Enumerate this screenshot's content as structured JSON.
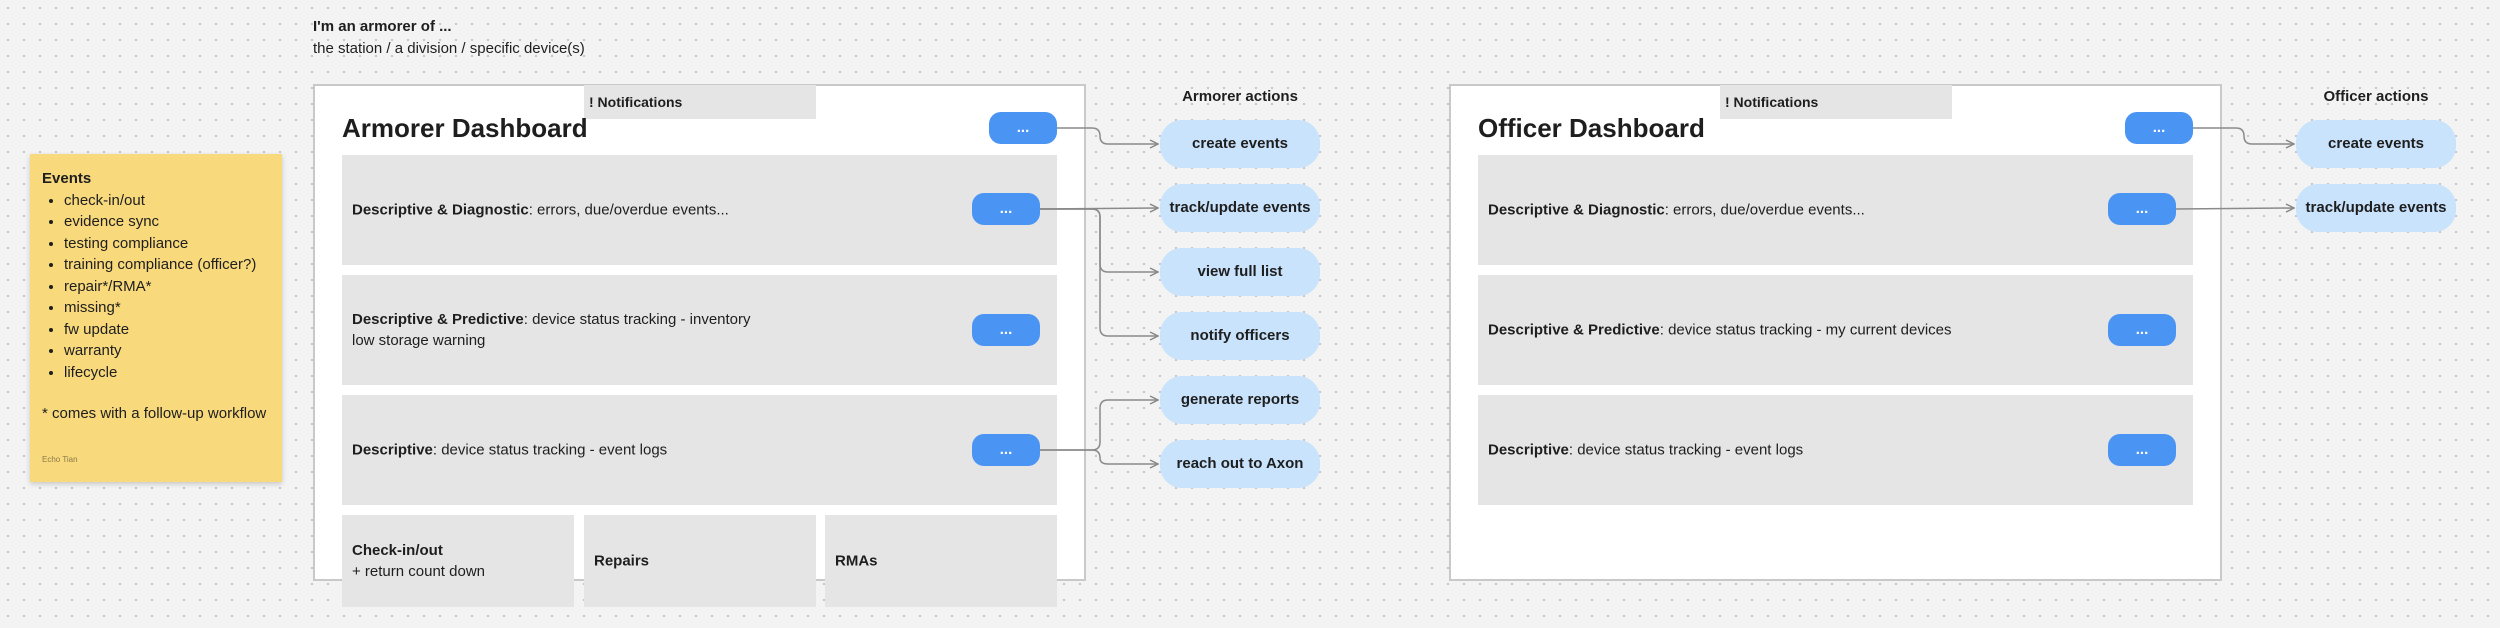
{
  "header": {
    "title": "I'm an armorer of ...",
    "subtitle": "the station / a division / specific device(s)"
  },
  "sticky": {
    "title": "Events",
    "items": [
      "check-in/out",
      "evidence sync",
      "testing compliance",
      "training compliance (officer?)",
      "repair*/RMA*",
      "missing*",
      "fw update",
      "warranty",
      "lifecycle"
    ],
    "footnote": "* comes with a follow-up workflow",
    "author": "Echo Tian",
    "color": "#f8d97c"
  },
  "armorer": {
    "notifications": "! Notifications",
    "title": "Armorer Dashboard",
    "more_label": "...",
    "panels": [
      {
        "bold": "Descriptive & Diagnostic",
        "rest": ": errors, due/overdue events...",
        "line2": ""
      },
      {
        "bold": "Descriptive & Predictive",
        "rest": ": device status tracking - inventory",
        "line2": "low storage warning"
      },
      {
        "bold": "Descriptive",
        "rest": ": device status tracking - event logs",
        "line2": ""
      }
    ],
    "bottom": [
      {
        "bold": "Check-in/out",
        "line2": "+ return count down"
      },
      {
        "bold": "Repairs",
        "line2": ""
      },
      {
        "bold": "RMAs",
        "line2": ""
      }
    ],
    "actions_title": "Armorer actions",
    "actions": [
      "create events",
      "track/update events",
      "view full list",
      "notify officers",
      "generate reports",
      "reach out to Axon"
    ]
  },
  "officer": {
    "notifications": "! Notifications",
    "title": "Officer Dashboard",
    "more_label": "...",
    "panels": [
      {
        "bold": "Descriptive & Diagnostic",
        "rest": ": errors, due/overdue events..."
      },
      {
        "bold": "Descriptive & Predictive",
        "rest": ": device status tracking - my current devices"
      },
      {
        "bold": "Descriptive",
        "rest": ": device status tracking - event logs"
      }
    ],
    "actions_title": "Officer actions",
    "actions": [
      "create events",
      "track/update events"
    ]
  },
  "colors": {
    "button": "#4a94f3",
    "pill": "#c9e3fc",
    "panel": "#e5e5e5",
    "connector": "#8a8a8a"
  }
}
